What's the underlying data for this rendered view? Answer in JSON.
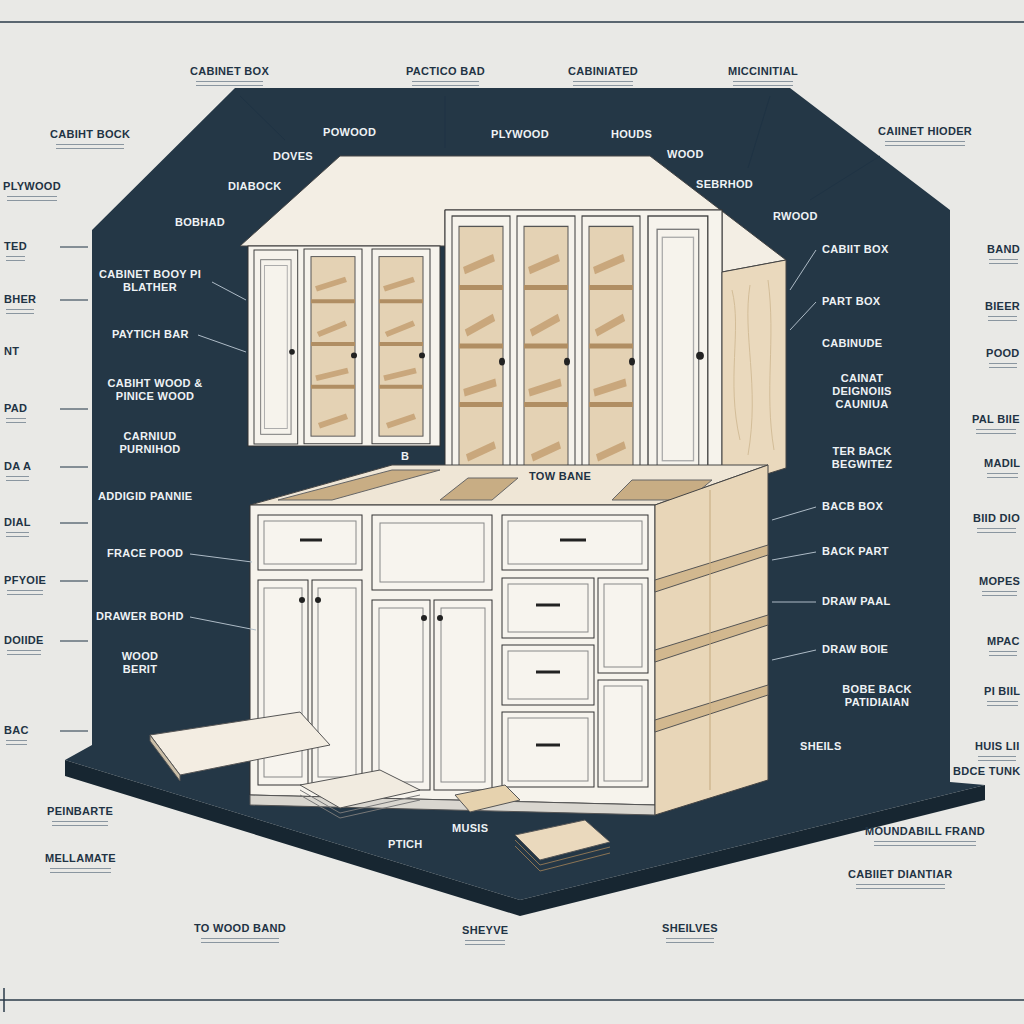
{
  "diagram": {
    "labels": [
      "CABINET BOX",
      "PACTICO BAD",
      "CABINIATED",
      "MICCINITIAL",
      "CAIINET HIODER",
      "CABIHT BOCK",
      "POWOOD",
      "PLYWOOD",
      "HOUDS",
      "WOOD",
      "DOVES",
      "SEBRHOD",
      "PLYWOOD",
      "DIABOCK",
      "RWOOD",
      "BOBHAD",
      "TED",
      "CABIIT BOX",
      "BAND",
      "CABINET BOOY PI BLATHER",
      "BHER",
      "PART BOX",
      "BIEER",
      "PAYTICH BAR",
      "CABINUDE",
      "NT",
      "POOD",
      "CAINAT DEIGNOIIS CAUNIUA",
      "CABIHT WOOD & PINICE WOOD",
      "PAD",
      "PAL BIIE",
      "CARNIUD PURNIHOD",
      "TER BACK BEGWITEZ",
      "B",
      "MADIL",
      "DA A",
      "TOW BANE",
      "ADDIGID PANNIE",
      "BACB BOX",
      "BIID DIO",
      "DIAL",
      "BACK PART",
      "FRACE POOD",
      "PFYOIE",
      "MOPES",
      "DRAW PAAL",
      "DRAWER BOHD",
      "DOIIDE",
      "MPAC",
      "DRAW BOIE",
      "WOOD BERIT",
      "BOBE BACK PATIDIAIAN",
      "PI BIIL",
      "BAC",
      "SHEILS",
      "HUIS LII",
      "BDCE TUNK",
      "MOUNDABILL FRAND",
      "PEINBARTE",
      "PTICH",
      "MUSIS",
      "MELLAMATE",
      "CABIIET DIANTIAR",
      "TO WOOD BAND",
      "SHEYVE",
      "SHEILVES"
    ]
  }
}
